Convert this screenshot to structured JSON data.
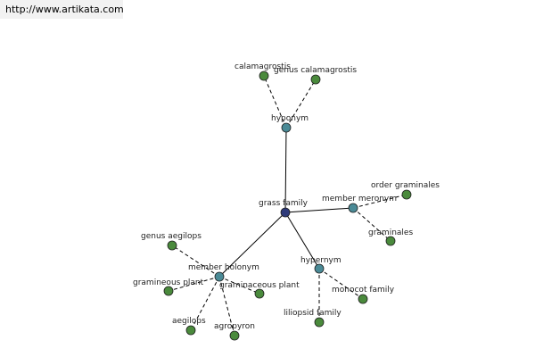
{
  "source": {
    "url_text": "http://www.artikata.com"
  },
  "colors": {
    "root": "#2e3a7a",
    "relation": "#4a8a96",
    "term": "#4a8a3c",
    "edge": "#000000",
    "label": "#222222"
  },
  "graph": {
    "root": {
      "label": "grass family",
      "relations": [
        {
          "label": "hyponym",
          "terms": [
            "calamagrostis",
            "genus calamagrostis"
          ]
        },
        {
          "label": "member meronym",
          "terms": [
            "order graminales",
            "graminales"
          ]
        },
        {
          "label": "hypernym",
          "terms": [
            "monocot family",
            "liliopsid family"
          ]
        },
        {
          "label": "member holonym",
          "terms": [
            "genus aegilops",
            "gramineous plant",
            "graminaceous plant",
            "aegilops",
            "agropyron"
          ]
        }
      ]
    }
  }
}
